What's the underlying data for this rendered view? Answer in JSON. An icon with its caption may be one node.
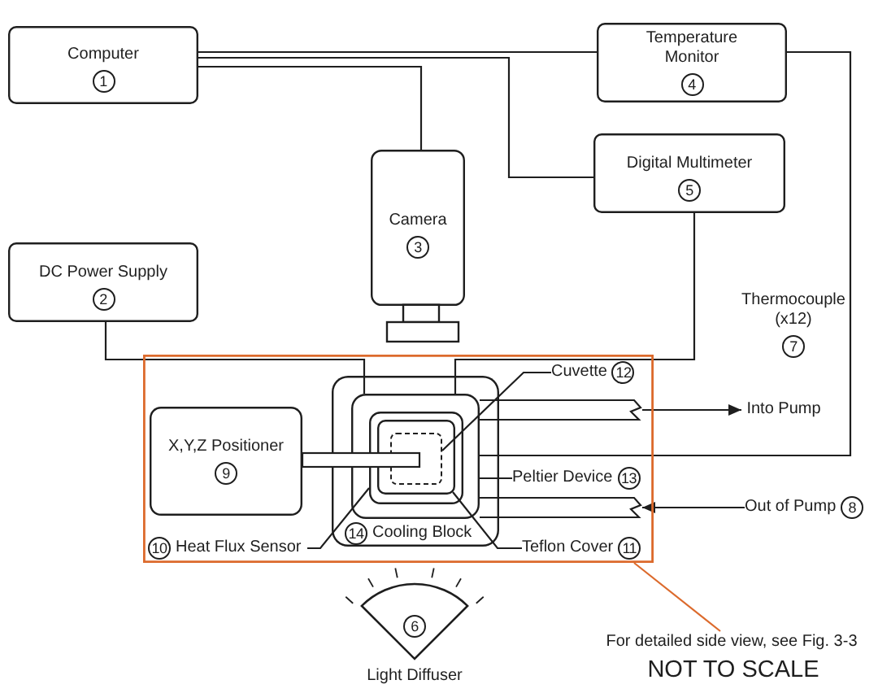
{
  "diagram": {
    "nodes": [
      {
        "text": [
          "Computer",
          "1"
        ]
      },
      {
        "text": [
          "Temperature Monitor",
          "4"
        ]
      },
      {
        "text": [
          "Digital Multimeter",
          "5"
        ]
      },
      {
        "text": [
          "Camera",
          "3"
        ]
      },
      {
        "text": [
          "DC Power Supply",
          "2"
        ]
      },
      {
        "text": [
          "Thermocouple (x12)",
          "7"
        ]
      },
      {
        "text": [],
        "shape": "box"
      },
      {
        "text": [
          "X,Y,Z Positioner",
          "9"
        ],
        "in": 6
      },
      {
        "text": [],
        "shape": "box",
        "in": 6
      },
      {
        "text": [],
        "shape": "box",
        "in": 8
      },
      {
        "text": [],
        "shape": "box",
        "in": 9
      },
      {
        "text": [],
        "shape": "box",
        "in": 10
      },
      {
        "text": [],
        "shape": "box",
        "in": 11
      },
      {
        "text": [
          "14",
          "Cooling Block"
        ],
        "in": 8
      },
      {
        "text": [
          "Cuvette",
          "12"
        ],
        "in": 6
      },
      {
        "text": [
          "Peltier Device",
          "13"
        ],
        "in": 6
      },
      {
        "text": [
          "Teflon Cover",
          "11"
        ],
        "in": 6
      },
      {
        "text": [
          "10",
          "Heat Flux Sensor"
        ],
        "in": 6
      },
      {
        "text": [],
        "shape": "pipe",
        "in": 6
      },
      {
        "text": [],
        "shape": "pipe",
        "in": 6
      },
      {
        "text": [
          "Into Pump"
        ]
      },
      {
        "text": [
          "Out of Pump",
          "8"
        ]
      },
      {
        "text": [
          "6",
          "Light Diffuser"
        ]
      },
      {
        "text": [
          "For detailed side view, see Fig. 3-3"
        ]
      }
    ],
    "edges": [
      {
        "from": 0,
        "to": 1,
        "arrow": "none"
      },
      {
        "from": 0,
        "to": 2,
        "arrow": "none"
      },
      {
        "from": 0,
        "to": 3,
        "arrow": "none"
      },
      {
        "from": 1,
        "to": 9,
        "arrow": "none"
      },
      {
        "from": 4,
        "to": 9,
        "arrow": "none"
      },
      {
        "from": 2,
        "to": 9,
        "arrow": "none"
      },
      {
        "from": 14,
        "to": 12,
        "arrow": "none"
      },
      {
        "from": 15,
        "to": 9,
        "arrow": "none"
      },
      {
        "from": 16,
        "to": 11,
        "arrow": "none"
      },
      {
        "from": 17,
        "to": 10,
        "arrow": "none"
      },
      {
        "from": 18,
        "to": 20,
        "arrow": "to"
      },
      {
        "from": 21,
        "to": 19,
        "arrow": "to"
      },
      {
        "from": 23,
        "to": 6,
        "arrow": "none",
        "color": "#dc6a2c"
      }
    ],
    "labels": [
      "NOT TO SCALE"
    ]
  }
}
